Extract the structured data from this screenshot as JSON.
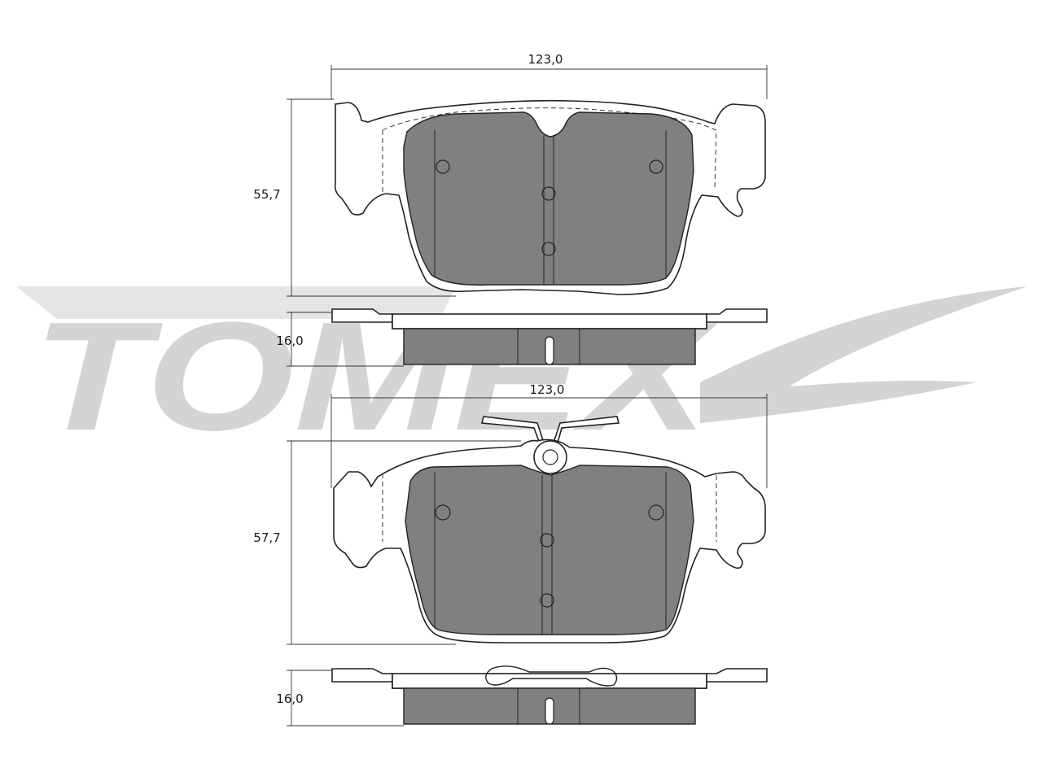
{
  "watermark": {
    "brand": "TOMEX",
    "subtitle": "brakes",
    "color": "#d4d4d4"
  },
  "colors": {
    "friction": "#808080",
    "plate": "#ffffff",
    "outline": "#222222",
    "dimension": "#333333"
  },
  "views": {
    "upper_front": {
      "width_label": "123,0",
      "height_label": "55,7"
    },
    "upper_side": {
      "thickness_label": "16,0"
    },
    "lower_front": {
      "width_label": "123,0",
      "height_label": "57,7"
    },
    "lower_side": {
      "thickness_label": "16,0"
    }
  }
}
